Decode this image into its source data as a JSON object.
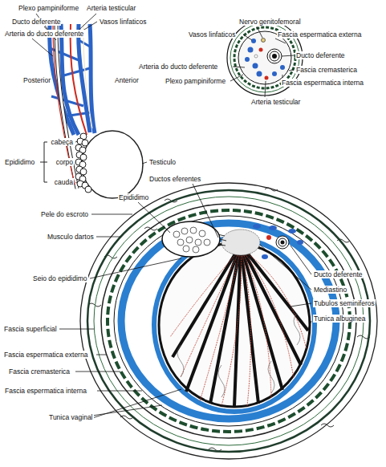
{
  "diagram": {
    "labels": [
      "Plexo pampiniforme",
      "Arteria testicular",
      "Ducto deferente",
      "Vasos linfaticos",
      "Arteria do ducto deferente",
      "Posterior",
      "Anterior",
      "cabeça",
      "corpo",
      "cauda",
      "Epididimo",
      "Testiculo",
      "Nervo genitofemoral",
      "Vasos linfaticos",
      "Fascia espermatica externa",
      "Ducto deferente",
      "Fascia cremasterica",
      "Fascia espermatica interna",
      "Arteria do ducto deferente",
      "Plexo pampiniforme",
      "Arteria testicular",
      "Ductos eferentes",
      "Epididimo",
      "Pele do escroto",
      "Musculo dartos",
      "Seio do epididimo",
      "Fascia superficial",
      "Fascia espermatica externa",
      "Fascia cremasterica",
      "Fascia espermatica interna",
      "Tunica vaginal",
      "Ducto deferente",
      "Mediastino",
      "Tubulos seminiferos",
      "Tunica albuginea"
    ]
  }
}
